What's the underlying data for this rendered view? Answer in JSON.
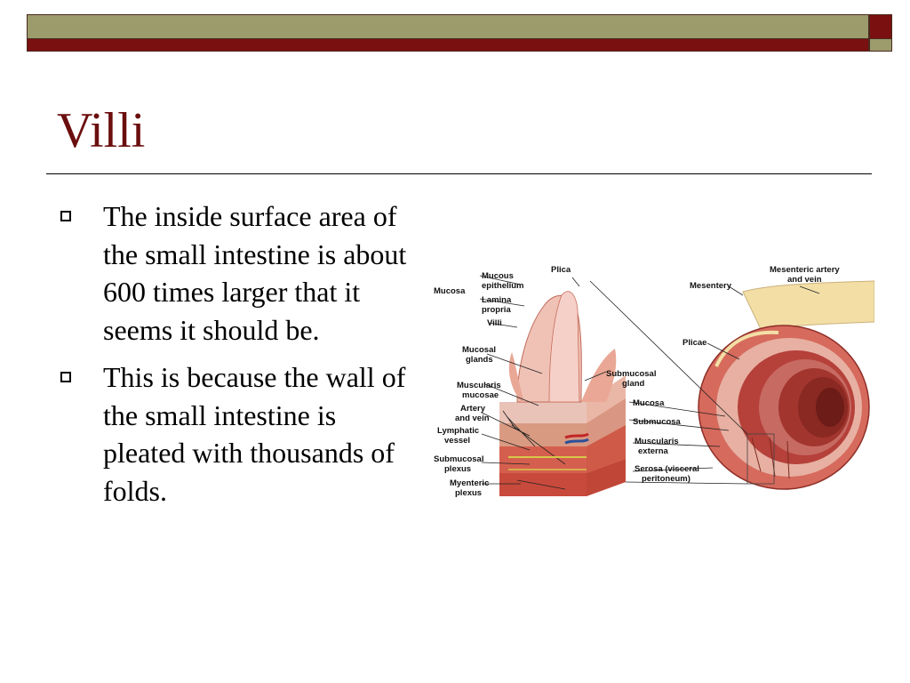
{
  "theme": {
    "olive": "#9b9b6b",
    "maroon": "#7a1010",
    "title_color": "#6b0e0e",
    "white": "#ffffff"
  },
  "slide": {
    "title": "Villi",
    "bullets": [
      {
        "text": "The inside surface area of the small intestine is about 600 times larger that it seems it should be."
      },
      {
        "text": "This is because the wall of the small intestine is pleated with thousands of folds."
      }
    ]
  },
  "figure": {
    "labels": {
      "mucosa_left": "Mucosa",
      "mucous_1": "Mucous",
      "mucous_2": "epithelium",
      "lamina_1": "Lamina",
      "lamina_2": "propria",
      "villi": "Villi",
      "mucosal_glands_1": "Mucosal",
      "mucosal_glands_2": "glands",
      "muscularis_mucosae_1": "Muscularis",
      "muscularis_mucosae_2": "mucosae",
      "artery_1": "Artery",
      "artery_2": "and vein",
      "lymph_1": "Lymphatic",
      "lymph_2": "vessel",
      "submucosal_plexus_1": "Submucosal",
      "submucosal_plexus_2": "plexus",
      "myenteric_1": "Myenteric",
      "myenteric_2": "plexus",
      "plica": "Plica",
      "submucosal_gland_1": "Submucosal",
      "submucosal_gland_2": "gland",
      "mucosa_mid": "Mucosa",
      "submucosa": "Submucosa",
      "muscularis_externa_1": "Muscularis",
      "muscularis_externa_2": "externa",
      "serosa_1": "Serosa (visceral",
      "serosa_2": "peritoneum)",
      "mesentery": "Mesentery",
      "mesenteric_1": "Mesenteric artery",
      "mesenteric_2": "and vein",
      "plicae": "Plicae"
    }
  }
}
